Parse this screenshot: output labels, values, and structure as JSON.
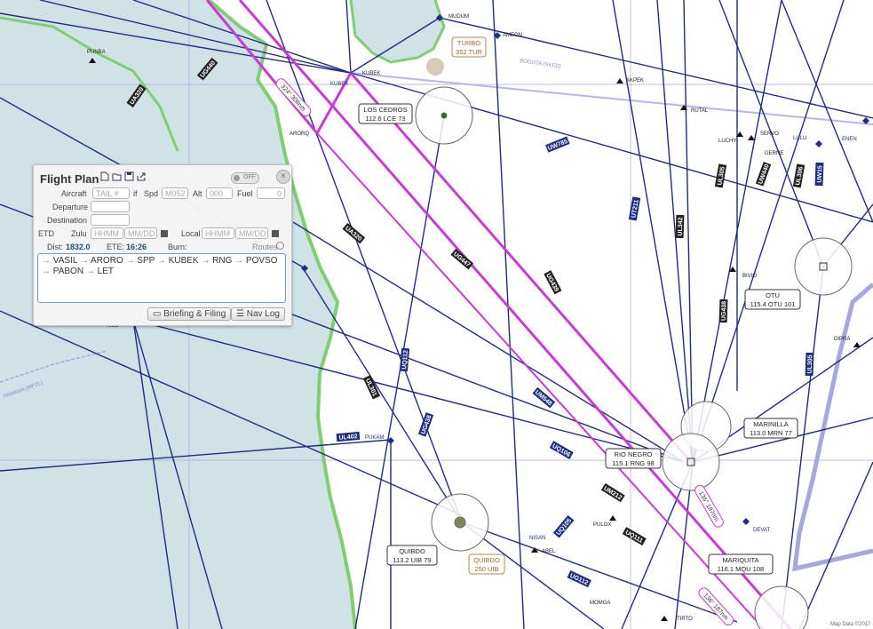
{
  "map": {
    "labels": {
      "mudum": "MUDUM",
      "ameon": "AMEON",
      "turbo_name": "TURBO",
      "turbo_freq": "352 TUR",
      "bogota": "BOGOTA (SKED)",
      "akpek": "AKPEK",
      "punba": "PUNBA",
      "kubek_a": "KUBEK",
      "kubek_b": "KUBEK",
      "arorq": "ARORQ",
      "los_cedros_name": "LOS CEDROS",
      "los_cedros_freq": "112.6 LCE 73",
      "rutal": "RUTAL",
      "servo": "SERVO",
      "luchy": "LUCHY",
      "gerne": "GERNE",
      "lulu": "LULU",
      "enen": "ENEN",
      "bivio": "BIVIO",
      "otu_name": "OTU",
      "otu_freq": "115.4 OTU 101",
      "dipra": "DIPRA",
      "marinilla_name": "MARINILLA",
      "marinilla_freq": "113.0 MRN 77",
      "rio_negro_name": "RIO NEGRO",
      "rio_negro_freq": "115.1 RNG 98",
      "pukam": "PUKAM",
      "pulox": "PULOX",
      "nisan": "NISAN",
      "abel": "ABEL",
      "quibdo_name": "QUIBDO",
      "quibdo_freq": "113.2 UIB 79",
      "quibdo_ndb_name": "QUIBDO",
      "quibdo_ndb_freq": "250 UIB",
      "mariquita_name": "MARIQUITA",
      "mariquita_freq": "116.1 MQU 108",
      "momga": "MOMGA",
      "tirto": "TIRTO",
      "devat": "DEVAT",
      "panama_fir": "PANAMA (MPZL)",
      "ndb_kilo": "KILO",
      "copyright": "Map Data ©2017"
    },
    "airways": [
      {
        "label": "UG440"
      },
      {
        "label": "UA320"
      },
      {
        "label": "UW785"
      },
      {
        "label": "UA320"
      },
      {
        "label": "UG447"
      },
      {
        "label": "UG439"
      },
      {
        "label": "UT211"
      },
      {
        "label": "UL342"
      },
      {
        "label": "UL305"
      },
      {
        "label": "UW440"
      },
      {
        "label": "UL306"
      },
      {
        "label": "UW15"
      },
      {
        "label": "UG438"
      },
      {
        "label": "UL305"
      },
      {
        "label": "UL301"
      },
      {
        "label": "UQ112"
      },
      {
        "label": "UG438"
      },
      {
        "label": "UM548"
      },
      {
        "label": "UQ106"
      },
      {
        "label": "UL402"
      },
      {
        "label": "UM212"
      },
      {
        "label": "UQ105"
      },
      {
        "label": "UQ111"
      },
      {
        "label": "UG112"
      }
    ],
    "route_labels": {
      "seg1": "324° 308nm",
      "seg2": "136° 187nm",
      "seg3": "136° 187nm"
    }
  },
  "flight_plan": {
    "title": "Flight Plan",
    "toggle_label": "OFF",
    "close_label": "×",
    "aircraft_label": "Aircraft",
    "aircraft_placeholder": "TAIL #",
    "if_label": "if",
    "spd_label": "Spd",
    "spd_placeholder": "M052",
    "alt_label": "Alt",
    "alt_placeholder": "000",
    "fuel_label": "Fuel",
    "fuel_placeholder": "0",
    "departure_label": "Departure",
    "destination_label": "Destination",
    "etd_label": "ETD",
    "zulu_label": "Zulu",
    "zulu_time_placeholder": "HHMM",
    "zulu_date_placeholder": "MM/DD",
    "local_label": "Local",
    "local_time_placeholder": "HHMM",
    "local_date_placeholder": "MM/DD",
    "dist_label": "Dist:",
    "dist_value": "1832.0",
    "ete_label": "ETE:",
    "ete_value": "16:26",
    "burn_label": "Burn:",
    "routes_label": "Routes",
    "route_waypoints": [
      "VASIL",
      "ARORO",
      "SPP",
      "KUBEK",
      "RNG",
      "POVSO",
      "PABON",
      "LET"
    ],
    "briefing_button": "Briefing & Filing",
    "navlog_button": "Nav Log"
  },
  "colors": {
    "land": "#cfe2e6",
    "water": "#ffffff",
    "coast": "#7fcf72",
    "airway": "#1f2d83",
    "route": "#c93bd6",
    "border": "#a7a7e0"
  }
}
